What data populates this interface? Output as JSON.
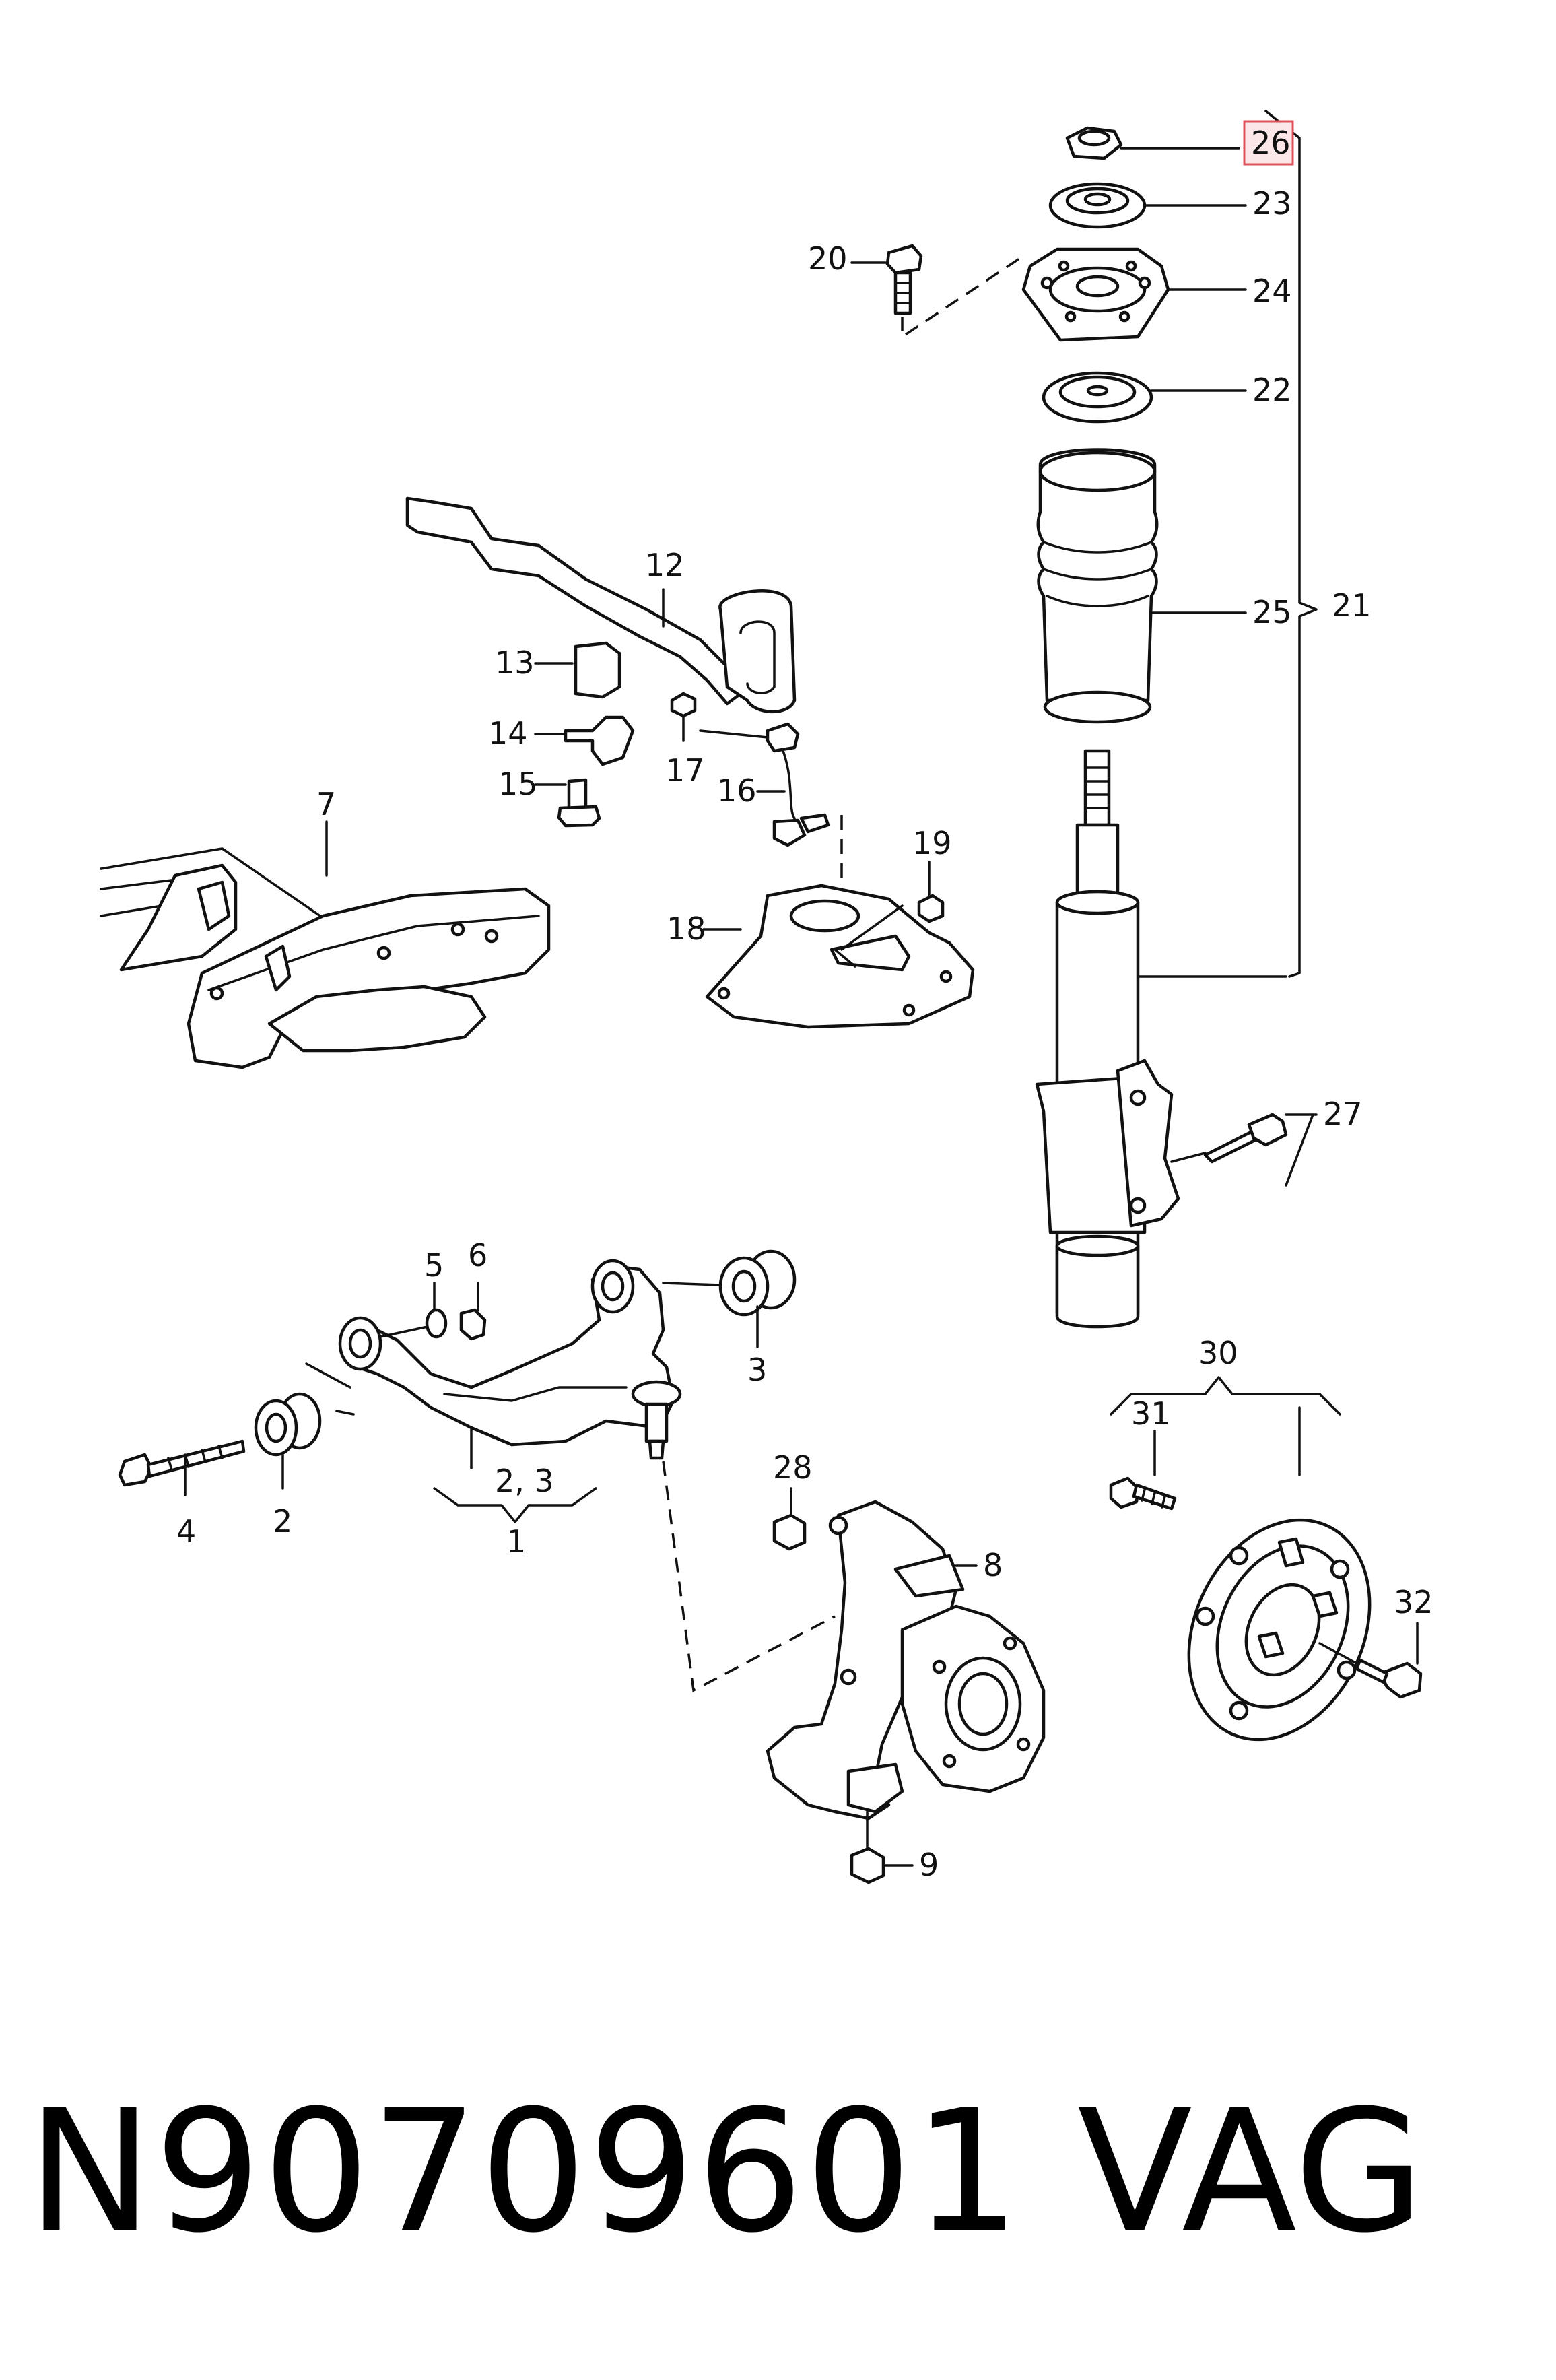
{
  "labels": {
    "l1": "1",
    "l2a": "2",
    "l23": "2,  3",
    "l3": "3",
    "l4": "4",
    "l5": "5",
    "l6": "6",
    "l7": "7",
    "l8": "8",
    "l9": "9",
    "l12": "12",
    "l13": "13",
    "l14": "14",
    "l15": "15",
    "l16": "16",
    "l17": "17",
    "l18": "18",
    "l19": "19",
    "l20": "20",
    "l21": "21",
    "l22": "22",
    "l23b": "23",
    "l24": "24",
    "l25": "25",
    "l26": "26",
    "l27": "27",
    "l28": "28",
    "l30": "30",
    "l31": "31",
    "l32": "32"
  },
  "highlight": {
    "label": "26",
    "color": "#e0525a"
  },
  "caption": {
    "part_number": "N90709601",
    "brand": "VAG"
  }
}
